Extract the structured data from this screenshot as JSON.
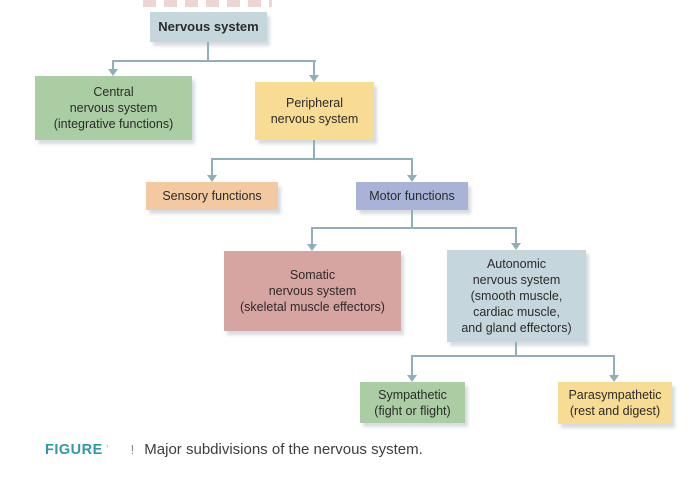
{
  "nodes": {
    "nervous_system": {
      "line1": "Nervous system"
    },
    "central": {
      "line1": "Central",
      "line2": "nervous system",
      "line3": "(integrative functions)"
    },
    "peripheral": {
      "line1": "Peripheral",
      "line2": "nervous system"
    },
    "sensory": {
      "line1": "Sensory functions"
    },
    "motor": {
      "line1": "Motor functions"
    },
    "somatic": {
      "line1": "Somatic",
      "line2": "nervous system",
      "line3": "(skeletal muscle effectors)"
    },
    "autonomic": {
      "line1": "Autonomic",
      "line2": "nervous system",
      "line3": "(smooth muscle,",
      "line4": "cardiac muscle,",
      "line5": "and gland effectors)"
    },
    "sympathetic": {
      "line1": "Sympathetic",
      "line2": "(fight or flight)"
    },
    "parasympathetic": {
      "line1": "Parasympathetic",
      "line2": "(rest and digest)"
    }
  },
  "caption": {
    "label": "FIGURE",
    "faint_mark_1": "’",
    "faint_mark_2": "!",
    "text": "Major subdivisions of the nervous system."
  },
  "colors": {
    "connector_line": "#8fafbb",
    "box_blue": "#c5d6dc",
    "box_green": "#abcda3",
    "box_yellow": "#f8dc94",
    "box_peach": "#f2c9a1",
    "box_lavender": "#a9b3d8",
    "box_rose": "#d6a4a1",
    "caption_label": "#2e98ac",
    "caption_text": "#3d3d3d",
    "body_text": "#2b2b2b",
    "artifact_red": "#d08a84"
  }
}
